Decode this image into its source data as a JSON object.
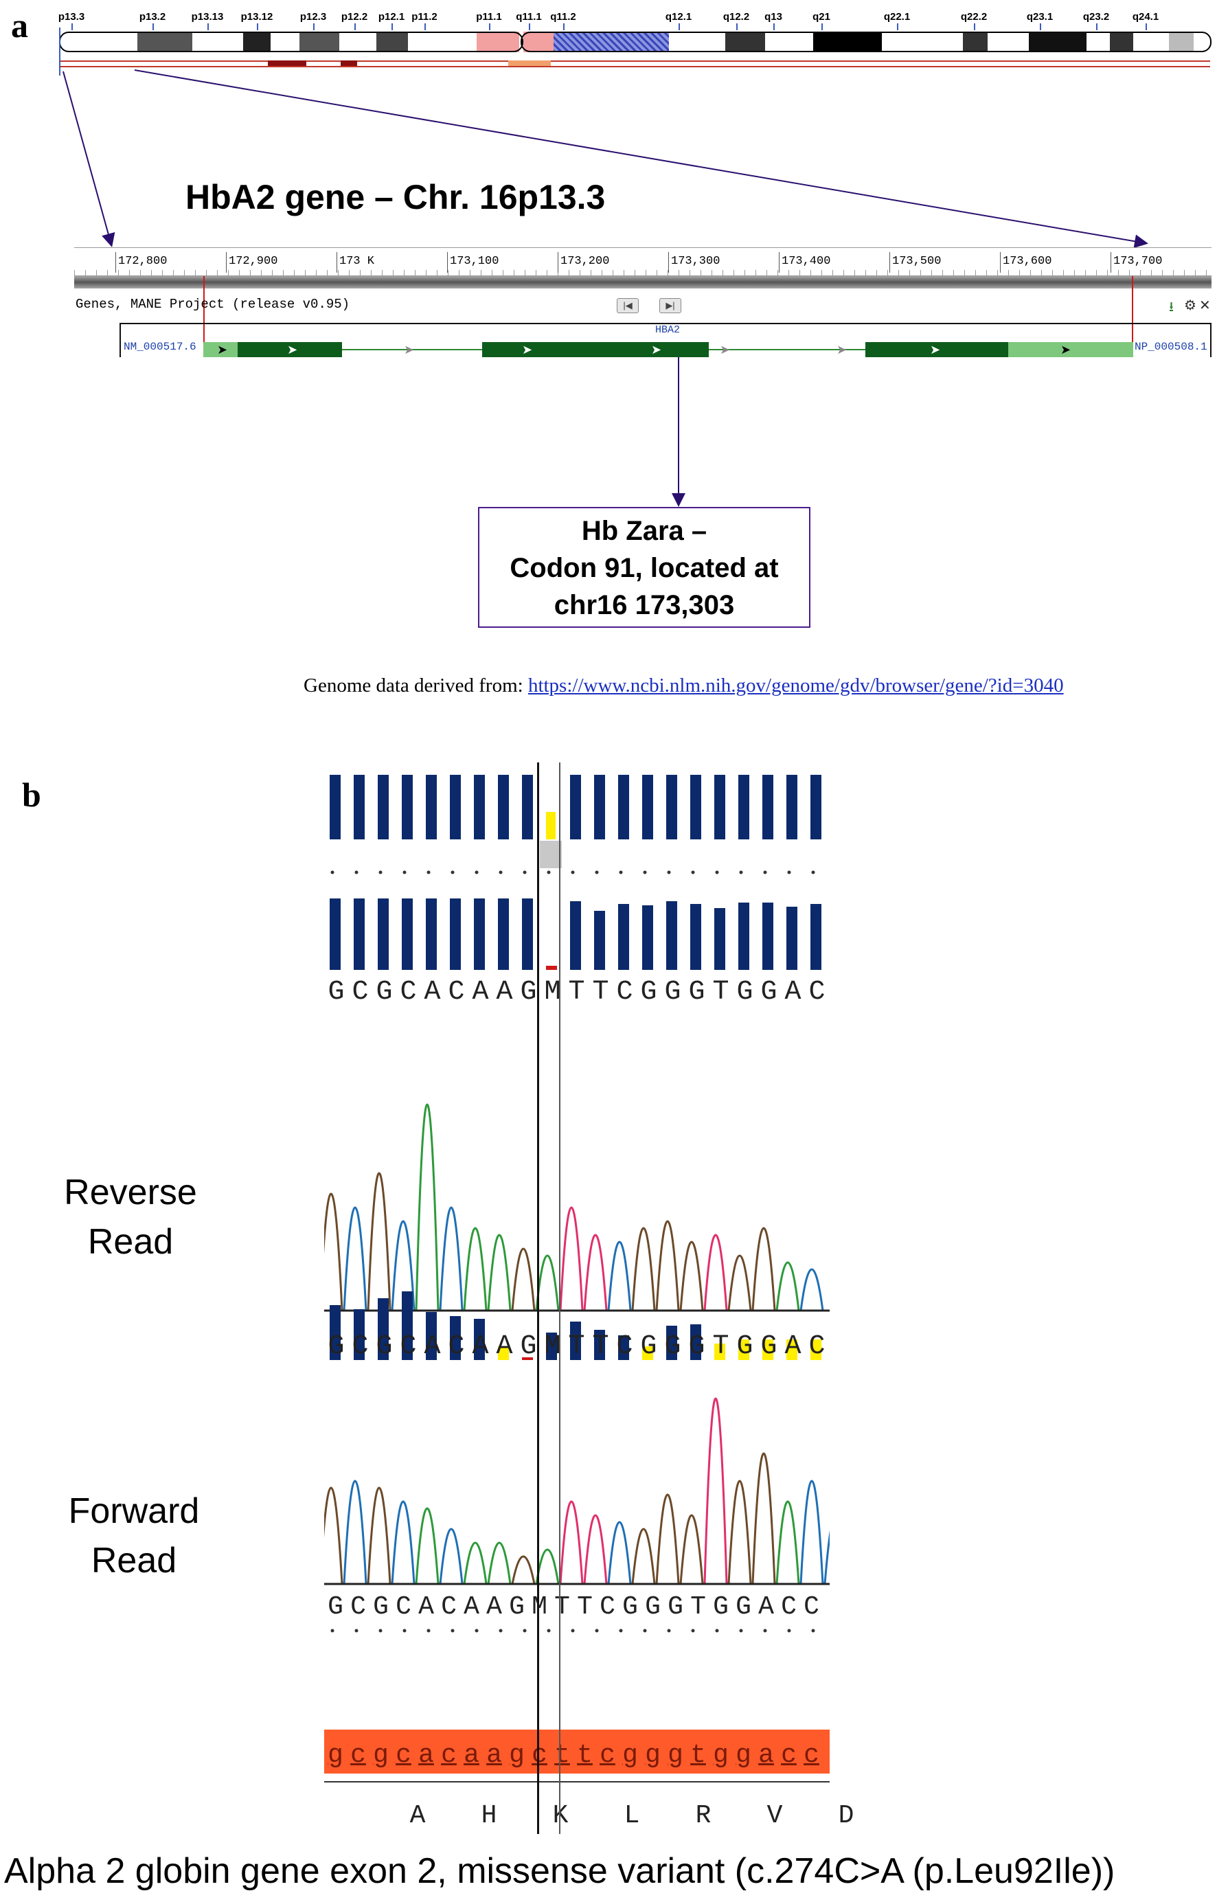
{
  "panels": {
    "a_label": "a",
    "b_label": "b"
  },
  "ideogram": {
    "bands": [
      "p13.3",
      "p13.2",
      "p13.13",
      "p13.12",
      "p12.3",
      "p12.2",
      "p12.1",
      "p11.2",
      "p11.1",
      "q11.1",
      "q11.2",
      "q12.1",
      "q12.2",
      "q13",
      "q21",
      "q22.1",
      "q22.2",
      "q23.1",
      "q23.2",
      "q24.1"
    ]
  },
  "gene_title": "HbA2 gene – Chr. 16p13.3",
  "browser": {
    "ruler_labels": [
      "172,800",
      "172,900",
      "173 K",
      "173,100",
      "173,200",
      "173,300",
      "173,400",
      "173,500",
      "173,600",
      "173,700"
    ],
    "track_title": "Genes, MANE Project (release v0.95)",
    "gene_name": "HBA2",
    "left_accession": "NM_000517.6",
    "right_accession": "NP_000508.1",
    "colors": {
      "exon_dark": "#0d5c1c",
      "exon_light": "#7dc87d",
      "intron": "#2f8a2f",
      "track_bar": "#7a7a7a"
    }
  },
  "variant_box": {
    "line1": "Hb Zara –",
    "line2": "Codon 91, located at",
    "line3": "chr16 173,303"
  },
  "source": {
    "prefix": "Genome data derived from: ",
    "url": "https://www.ncbi.nlm.nih.gov/genome/gdv/browser/gene/?id=3040"
  },
  "chromatogram": {
    "reverse_label_line1": "Reverse",
    "reverse_label_line2": "Read",
    "forward_label_line1": "Forward",
    "forward_label_line2": "Read",
    "seq_top": [
      "G",
      "C",
      "G",
      "C",
      "A",
      "C",
      "A",
      "A",
      "G",
      "M",
      "T",
      "T",
      "C",
      "G",
      "G",
      "G",
      "T",
      "G",
      "G",
      "A",
      "C"
    ],
    "seq_mid": [
      "G",
      "C",
      "G",
      "C",
      "A",
      "C",
      "A",
      "A",
      "G",
      "M",
      "T",
      "T",
      "C",
      "G",
      "G",
      "G",
      "T",
      "G",
      "G",
      "A",
      "C"
    ],
    "seq_forward": [
      "G",
      "C",
      "G",
      "C",
      "A",
      "C",
      "A",
      "A",
      "G",
      "M",
      "T",
      "T",
      "C",
      "G",
      "G",
      "G",
      "T",
      "G",
      "G",
      "A",
      "C",
      "C"
    ],
    "seq_reference": [
      "g",
      "c",
      "g",
      "c",
      "a",
      "c",
      "a",
      "a",
      "g",
      "c",
      "t",
      "t",
      "c",
      "g",
      "g",
      "g",
      "t",
      "g",
      "g",
      "a",
      "c",
      "c"
    ],
    "amino_acids": [
      "A",
      "H",
      "K",
      "L",
      "R",
      "V",
      "D"
    ],
    "colors": {
      "quality_bar": "#0c2a6b",
      "low_quality": "#ffee00",
      "reference_bg": "#ff5a2a",
      "trace_a": "#2e9a3a",
      "trace_c": "#1f6fb5",
      "trace_g": "#6b4a2a",
      "trace_t": "#e0306a"
    }
  },
  "caption": "Alpha 2 globin gene exon 2,  missense variant  (c.274C>A (p.Leu92Ile))"
}
